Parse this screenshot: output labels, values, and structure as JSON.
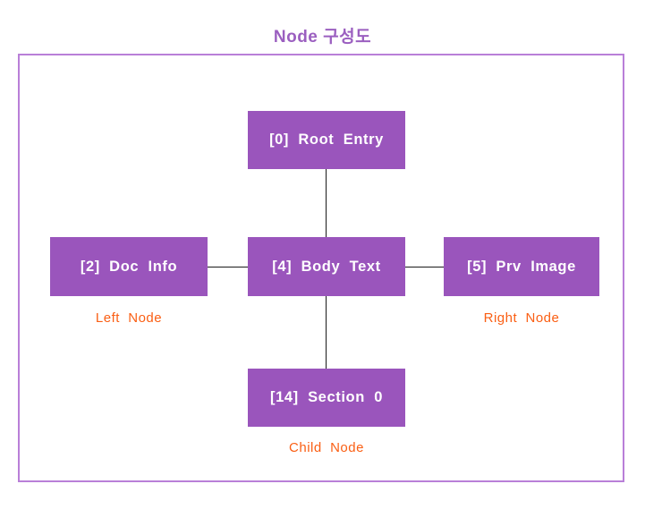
{
  "title": "Node 구성도",
  "colors": {
    "title": "#9b5fc0",
    "frame_border": "#b97fd8",
    "node_fill": "#9a55bc",
    "node_text": "#ffffff",
    "label_text": "#fa5f14",
    "connector": "#1a1a1a",
    "background": "#ffffff"
  },
  "nodes": [
    {
      "id": "root",
      "index": "[0]",
      "label": "[0]  Root  Entry",
      "role": ""
    },
    {
      "id": "left",
      "index": "[2]",
      "label": "[2]  Doc  Info",
      "role": "Left  Node"
    },
    {
      "id": "center",
      "index": "[4]",
      "label": "[4]  Body  Text",
      "role": ""
    },
    {
      "id": "right",
      "index": "[5]",
      "label": "[5]  Prv  Image",
      "role": "Right  Node"
    },
    {
      "id": "child",
      "index": "[14]",
      "label": "[14]  Section  0",
      "role": "Child  Node"
    }
  ],
  "connections": [
    {
      "from": "root",
      "to": "center",
      "orientation": "vertical"
    },
    {
      "from": "center",
      "to": "child",
      "orientation": "vertical"
    },
    {
      "from": "left",
      "to": "center",
      "orientation": "horizontal"
    },
    {
      "from": "center",
      "to": "right",
      "orientation": "horizontal"
    }
  ]
}
